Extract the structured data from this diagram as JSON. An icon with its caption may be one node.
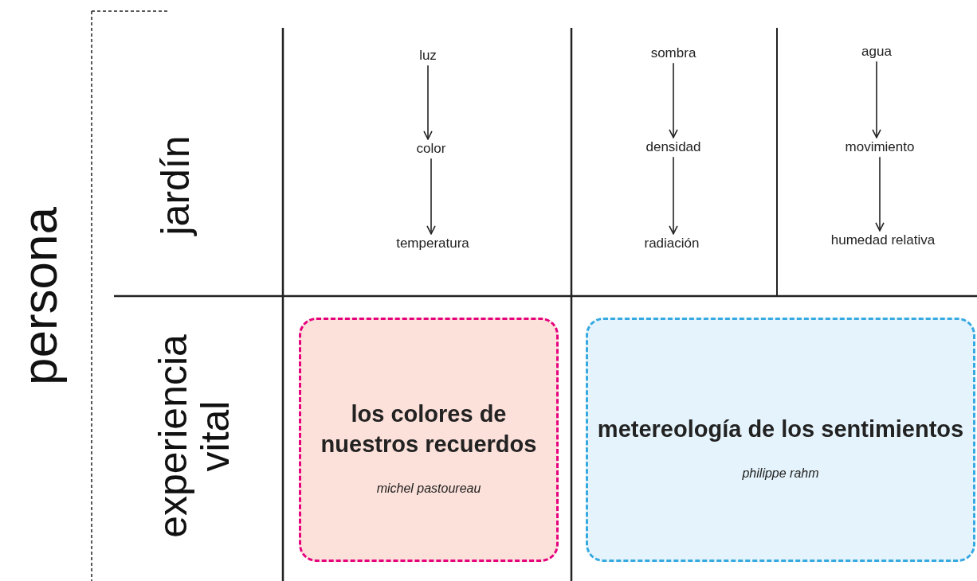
{
  "diagram": {
    "nodes": [
      {
        "text": [
          "luz"
        ]
      },
      {
        "text": [
          "color"
        ]
      },
      {
        "text": [
          "temperatura"
        ]
      },
      {
        "text": [
          "sombra"
        ]
      },
      {
        "text": [
          "densidad"
        ]
      },
      {
        "text": [
          "radiación"
        ]
      },
      {
        "text": [
          "agua"
        ]
      },
      {
        "text": [
          "movimiento"
        ]
      },
      {
        "text": [
          "humedad relativa"
        ]
      },
      {
        "text": [
          "los colores de nuestros recuerdos",
          "michel pastoureau"
        ]
      },
      {
        "text": [
          "metereología de los sentimientos",
          "philippe rahm"
        ]
      }
    ],
    "edges": [
      {
        "from": 0,
        "to": 1,
        "arrow": "to"
      },
      {
        "from": 1,
        "to": 2,
        "arrow": "to"
      },
      {
        "from": 3,
        "to": 4,
        "arrow": "to"
      },
      {
        "from": 4,
        "to": 5,
        "arrow": "to"
      },
      {
        "from": 6,
        "to": 7,
        "arrow": "to"
      },
      {
        "from": 7,
        "to": 8,
        "arrow": "to"
      }
    ],
    "labels": [
      "persona",
      "jardín",
      "experiencia vital"
    ]
  }
}
